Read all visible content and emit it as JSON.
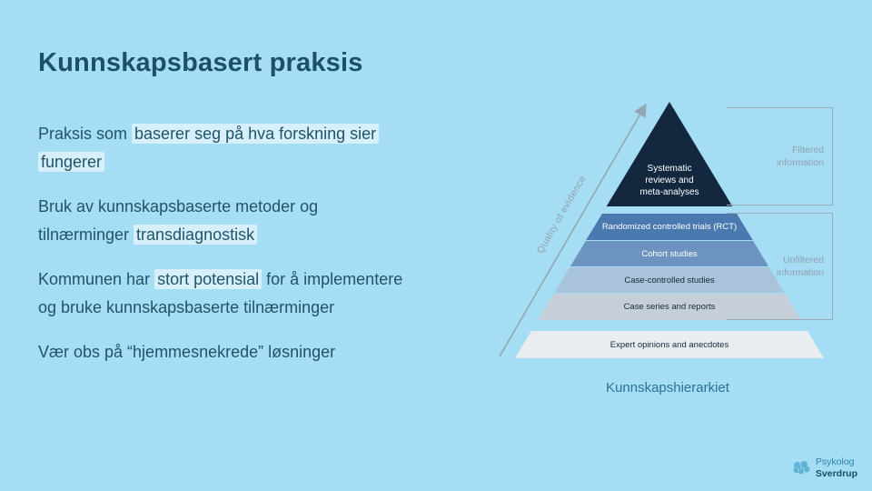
{
  "title": "Kunnskapsbasert praksis",
  "bullets": [
    {
      "pre": "Praksis som ",
      "highlight": "baserer seg på hva forskning sier\nfungerer",
      "post": ""
    },
    {
      "pre": "Bruk av kunnskapsbaserte metoder og\ntilnærminger ",
      "highlight": "transdiagnostisk",
      "post": ""
    },
    {
      "pre": "Kommunen har ",
      "highlight": "stort potensial",
      "post": " for å implementere\nog bruke kunnskapsbaserte tilnærminger"
    },
    {
      "pre": "Vær obs på “hjemmesnekrede” løsninger",
      "highlight": "",
      "post": ""
    }
  ],
  "pyramid": {
    "axis_label": "Quality of evidence",
    "caption": "Kunnskapshierarkiet",
    "layers": [
      {
        "label": "Systematic\nreviews and\nmeta-analyses",
        "color": "#13283e",
        "text": "#ffffff"
      },
      {
        "label": "Randomized controlled trials (RCT)",
        "color": "#4a79b0",
        "text": "#ffffff"
      },
      {
        "label": "Cohort studies",
        "color": "#6d93c1",
        "text": "#ffffff"
      },
      {
        "label": "Case-controlled studies",
        "color": "#a9c3da",
        "text": "#16293c"
      },
      {
        "label": "Case series and reports",
        "color": "#c6cfd8",
        "text": "#16293c"
      },
      {
        "label": "Expert opinions and anecdotes",
        "color": "#e9edf2",
        "text": "#16293c"
      }
    ],
    "brackets": [
      {
        "label": "Filtered\ninformation"
      },
      {
        "label": "Unfiltered\ninformation"
      }
    ]
  },
  "logo": {
    "line1": "Psykolog",
    "line2": "Sverdrup"
  },
  "colors": {
    "background": "#a5ddf4",
    "title_text": "#1b5168",
    "body_text": "#1f5469",
    "highlight": "#d6effb",
    "annotation_gray": "#8fa1ae"
  }
}
